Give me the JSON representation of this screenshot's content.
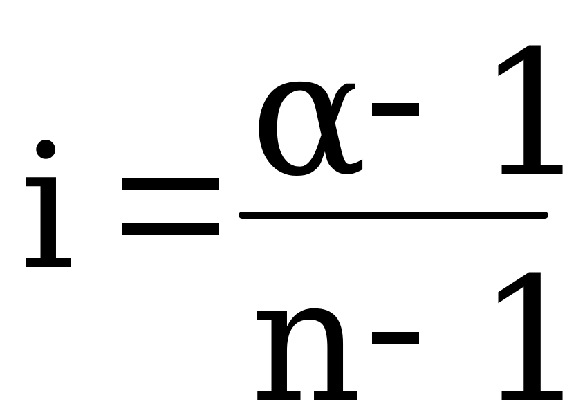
{
  "formula": {
    "lhs": "i",
    "equals": "=",
    "numerator": {
      "variable": "α",
      "operator": "-",
      "constant": "1"
    },
    "denominator": {
      "variable": "n",
      "operator": "-",
      "constant": "1"
    }
  }
}
